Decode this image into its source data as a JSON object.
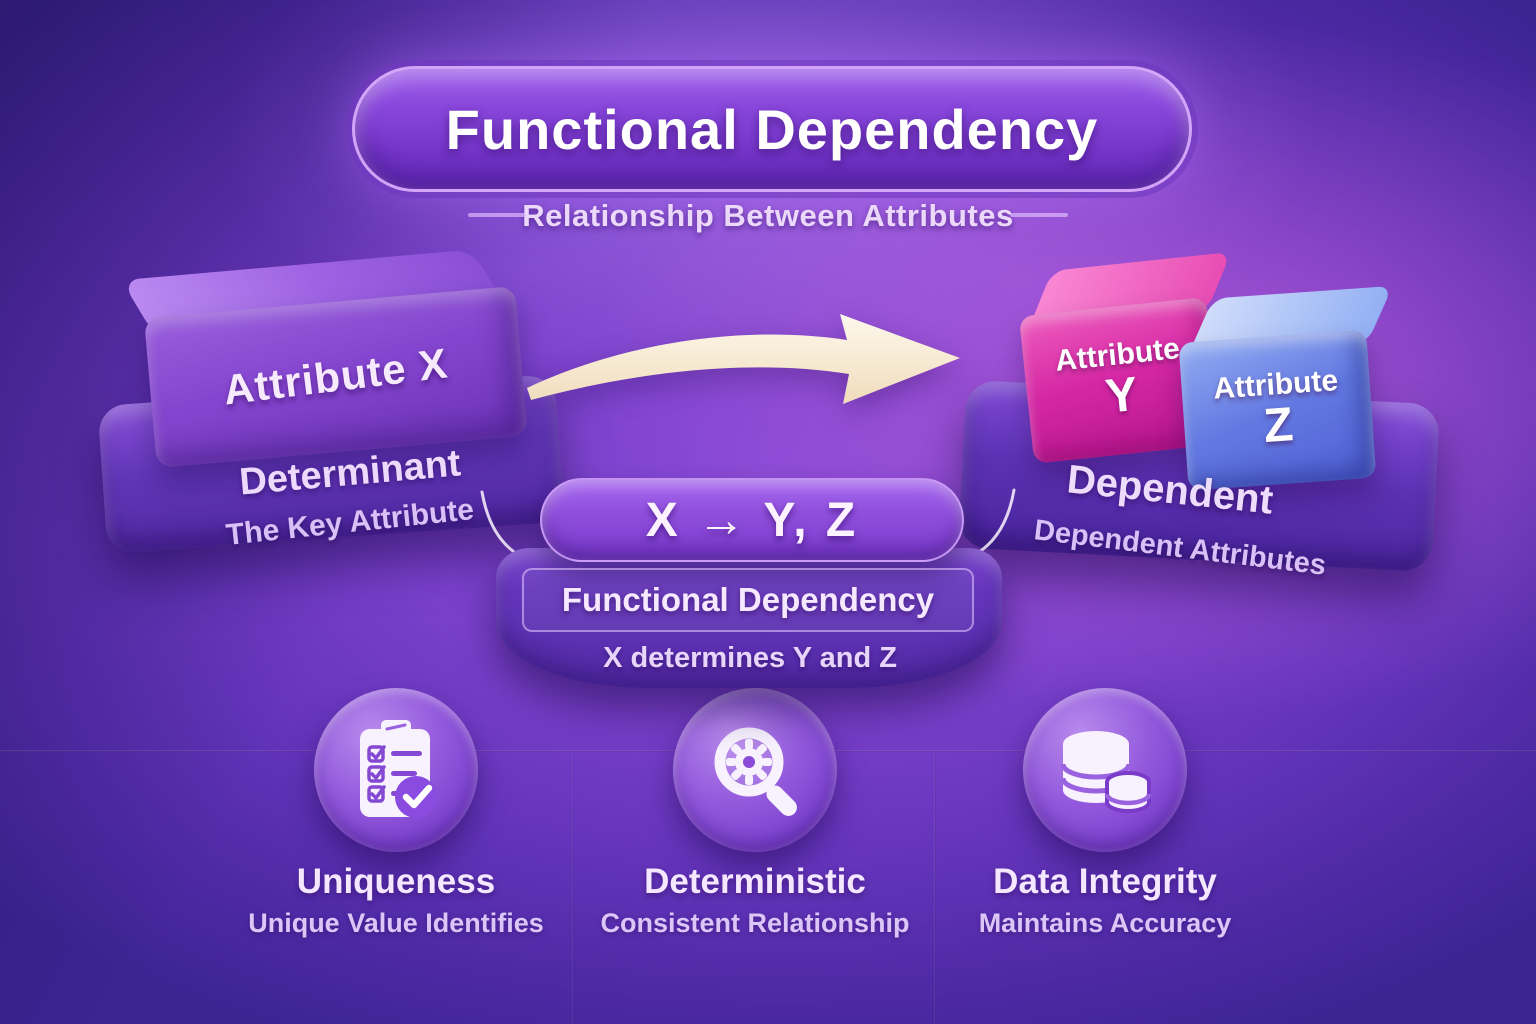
{
  "header": {
    "title": "Functional Dependency",
    "subtitle": "Relationship Between Attributes"
  },
  "determinant": {
    "block_label": "Attribute X",
    "platform_label": "Determinant",
    "caption": "The Key Attribute"
  },
  "dependency": {
    "formula": "X → Y, Z",
    "label": "Functional Dependency",
    "caption": "X determines Y and Z"
  },
  "dependent": {
    "cube_y_line1": "Attribute",
    "cube_y_line2": "Y",
    "cube_z_line1": "Attribute",
    "cube_z_line2": "Z",
    "platform_label": "Dependent",
    "caption": "Dependent Attributes"
  },
  "features": [
    {
      "icon": "checklist-icon",
      "title": "Uniqueness",
      "subtitle": "Unique Value Identifies"
    },
    {
      "icon": "magnifier-gear-icon",
      "title": "Deterministic",
      "subtitle": "Consistent Relationship"
    },
    {
      "icon": "database-icon",
      "title": "Data Integrity",
      "subtitle": "Maintains Accuracy"
    }
  ],
  "colors": {
    "background_center": "#7a42cc",
    "background_corner": "#3c2492",
    "pink_glow": "#f678eb",
    "attribute_y_pink": "#d527a4",
    "attribute_z_blue": "#6379e2",
    "platform_purple": "#5c31b2",
    "arrow_cream": "#f8ecd4",
    "text_light": "#ecd8fa"
  }
}
